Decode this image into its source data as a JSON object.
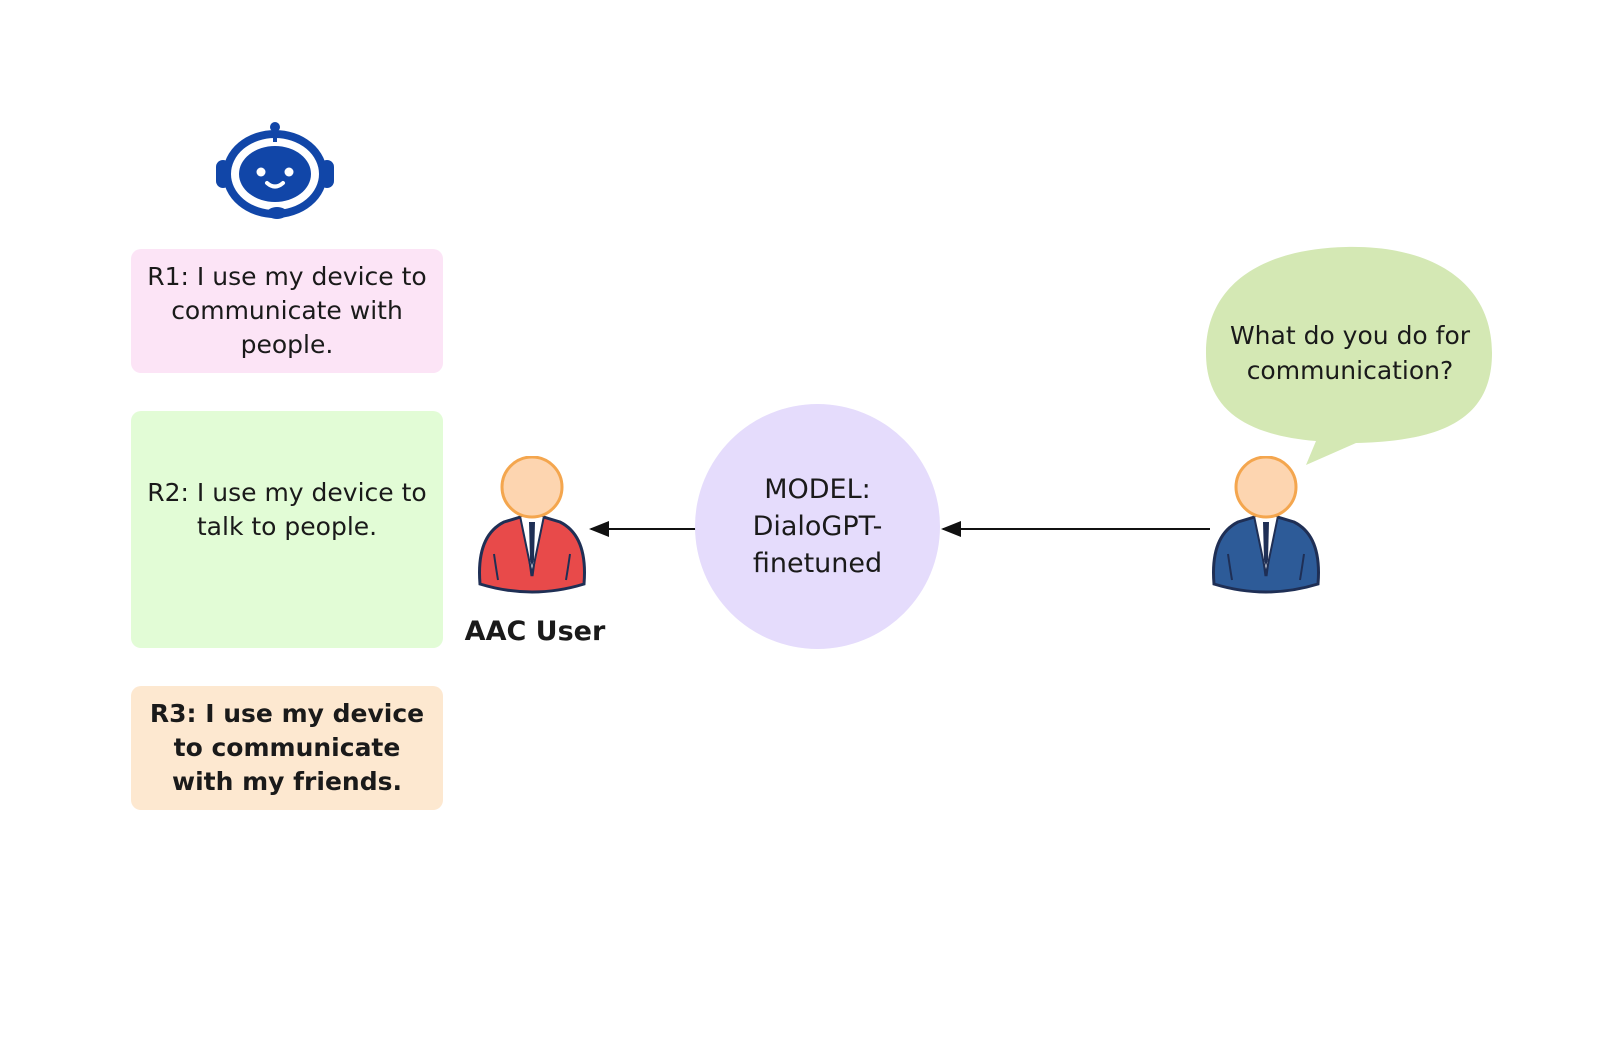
{
  "colors": {
    "r1_bg": "#fce4f6",
    "r2_bg": "#e2fcd6",
    "r3_bg": "#fde8d0",
    "model_bg": "#e5dcfc",
    "bubble_bg": "#d4e8b4",
    "robot": "#1146a8",
    "aac_user_shirt": "#e84a4a",
    "partner_shirt": "#2d5b98",
    "face": "#fdd5b0",
    "face_outline": "#f4a64e"
  },
  "responses": {
    "r1": "R1: I use my device to communicate with people.",
    "r2": "R2: I use my device to talk to people.",
    "r3": "R3: I use my device to communicate with my friends."
  },
  "model": {
    "label": "MODEL: DialoGPT-finetuned"
  },
  "aac_user": {
    "label": "AAC User"
  },
  "partner": {
    "question": "What do you do for communication?"
  },
  "icons": {
    "robot": "robot-headset-icon",
    "aac_user": "person-icon",
    "partner": "person-icon"
  }
}
